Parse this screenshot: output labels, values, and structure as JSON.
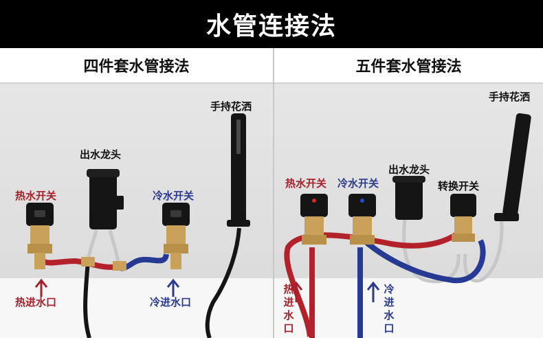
{
  "header": {
    "title": "水管连接法"
  },
  "left": {
    "title": "四件套水管接法",
    "labels": {
      "hand_shower": "手持花洒",
      "spout": "出水龙头",
      "hot_switch": "热水开关",
      "cold_switch": "冷水开关",
      "hot_inlet": "热进水口",
      "cold_inlet": "冷进水口"
    }
  },
  "right": {
    "title": "五件套水管接法",
    "labels": {
      "hand_shower": "手持花洒",
      "spout": "出水龙头",
      "hot_switch": "热水开关",
      "cold_switch": "冷水开关",
      "diverter": "转换开关",
      "hot_inlet": "热进水口",
      "cold_inlet": "冷进水口"
    }
  },
  "colors": {
    "hot": "#b3212b",
    "cold": "#263a93",
    "hot_label": "#a5202a",
    "cold_label": "#2b3a8f",
    "brass": "#c9a15a",
    "fixture": "#151515"
  }
}
